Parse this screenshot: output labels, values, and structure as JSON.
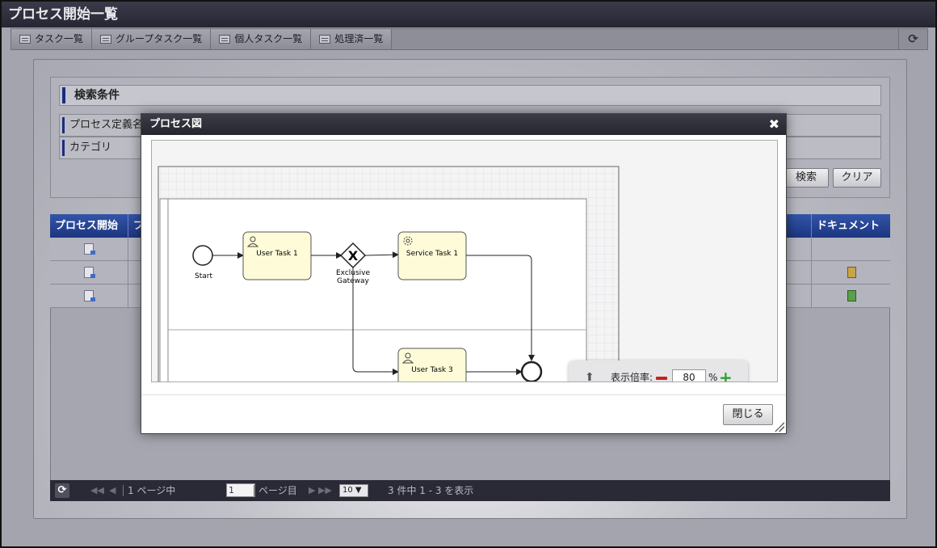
{
  "window": {
    "title": "プロセス開始一覧"
  },
  "tabs": [
    {
      "label": "タスク一覧"
    },
    {
      "label": "グループタスク一覧"
    },
    {
      "label": "個人タスク一覧"
    },
    {
      "label": "処理済一覧"
    }
  ],
  "search": {
    "header": "検索条件",
    "fields": [
      {
        "label": "プロセス定義名"
      },
      {
        "label": "カテゴリ"
      }
    ],
    "search_button": "検索",
    "clear_button": "クリア"
  },
  "grid": {
    "columns": {
      "start": "プロセス開始",
      "col2": "プ",
      "document": "ドキュメント"
    },
    "rows": [
      {
        "document_icon": ""
      },
      {
        "document_icon": "book-icon"
      },
      {
        "document_icon": "document-icon"
      }
    ]
  },
  "pager": {
    "page_prefix": "1 ページ中",
    "page_value": "1",
    "page_suffix": "ページ目",
    "page_size": "10",
    "summary": "3 件中 1 - 3 を表示"
  },
  "modal": {
    "title": "プロセス図",
    "close_glyph": "✖",
    "close_button": "閉じる",
    "zoom": {
      "label": "表示倍率:",
      "value": "80",
      "unit": "%"
    }
  },
  "diagram": {
    "start_label": "Start",
    "user_task_1": "User Task 1",
    "gateway_label_1": "Exclusive",
    "gateway_label_2": "Gateway",
    "service_task_1": "Service Task 1",
    "user_task_3": "User Task 3"
  },
  "colors": {
    "header_blue": "#1c3580",
    "task_fill": "#fdfbd8",
    "zoom_minus": "#c42020",
    "zoom_plus": "#2ea02e"
  }
}
